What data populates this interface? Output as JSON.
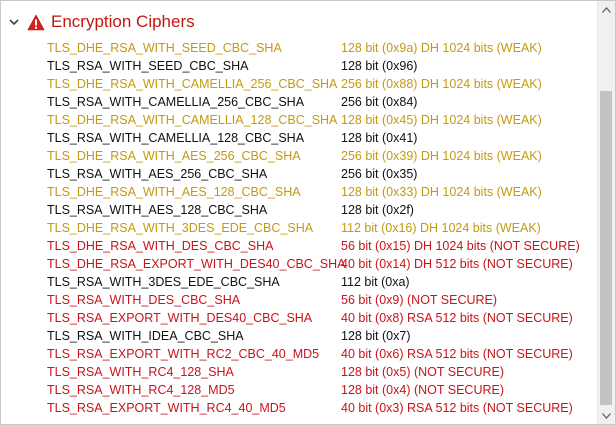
{
  "section": {
    "title": "Encryption Ciphers",
    "expanded": true,
    "icon": "warning-icon",
    "title_color": "#c0180e"
  },
  "colors": {
    "ok": "#111111",
    "weak": "#c49a10",
    "not_secure": "#c8141a"
  },
  "ciphers": [
    {
      "name": "TLS_DHE_RSA_WITH_SEED_CBC_SHA",
      "desc": "128 bit (0x9a) DH 1024 bits (WEAK)",
      "status": "weak"
    },
    {
      "name": "TLS_RSA_WITH_SEED_CBC_SHA",
      "desc": "128 bit (0x96)",
      "status": "ok"
    },
    {
      "name": "TLS_DHE_RSA_WITH_CAMELLIA_256_CBC_SHA",
      "desc": "256 bit (0x88) DH 1024 bits (WEAK)",
      "status": "weak"
    },
    {
      "name": "TLS_RSA_WITH_CAMELLIA_256_CBC_SHA",
      "desc": "256 bit (0x84)",
      "status": "ok"
    },
    {
      "name": "TLS_DHE_RSA_WITH_CAMELLIA_128_CBC_SHA",
      "desc": "128 bit (0x45) DH 1024 bits (WEAK)",
      "status": "weak"
    },
    {
      "name": "TLS_RSA_WITH_CAMELLIA_128_CBC_SHA",
      "desc": "128 bit (0x41)",
      "status": "ok"
    },
    {
      "name": "TLS_DHE_RSA_WITH_AES_256_CBC_SHA",
      "desc": "256 bit (0x39) DH 1024 bits (WEAK)",
      "status": "weak"
    },
    {
      "name": "TLS_RSA_WITH_AES_256_CBC_SHA",
      "desc": "256 bit (0x35)",
      "status": "ok"
    },
    {
      "name": "TLS_DHE_RSA_WITH_AES_128_CBC_SHA",
      "desc": "128 bit (0x33) DH 1024 bits (WEAK)",
      "status": "weak"
    },
    {
      "name": "TLS_RSA_WITH_AES_128_CBC_SHA",
      "desc": "128 bit (0x2f)",
      "status": "ok"
    },
    {
      "name": "TLS_DHE_RSA_WITH_3DES_EDE_CBC_SHA",
      "desc": "112 bit (0x16) DH 1024 bits (WEAK)",
      "status": "weak"
    },
    {
      "name": "TLS_DHE_RSA_WITH_DES_CBC_SHA",
      "desc": "56 bit (0x15) DH 1024 bits (NOT SECURE)",
      "status": "bad"
    },
    {
      "name": "TLS_DHE_RSA_EXPORT_WITH_DES40_CBC_SHA",
      "desc": "40 bit (0x14) DH 512 bits (NOT SECURE)",
      "status": "bad"
    },
    {
      "name": "TLS_RSA_WITH_3DES_EDE_CBC_SHA",
      "desc": "112 bit (0xa)",
      "status": "ok"
    },
    {
      "name": "TLS_RSA_WITH_DES_CBC_SHA",
      "desc": "56 bit (0x9) (NOT SECURE)",
      "status": "bad"
    },
    {
      "name": "TLS_RSA_EXPORT_WITH_DES40_CBC_SHA",
      "desc": "40 bit (0x8) RSA 512 bits (NOT SECURE)",
      "status": "bad"
    },
    {
      "name": "TLS_RSA_WITH_IDEA_CBC_SHA",
      "desc": "128 bit (0x7)",
      "status": "ok"
    },
    {
      "name": "TLS_RSA_EXPORT_WITH_RC2_CBC_40_MD5",
      "desc": "40 bit (0x6) RSA 512 bits (NOT SECURE)",
      "status": "bad"
    },
    {
      "name": "TLS_RSA_WITH_RC4_128_SHA",
      "desc": "128 bit (0x5) (NOT SECURE)",
      "status": "bad"
    },
    {
      "name": "TLS_RSA_WITH_RC4_128_MD5",
      "desc": "128 bit (0x4) (NOT SECURE)",
      "status": "bad"
    },
    {
      "name": "TLS_RSA_EXPORT_WITH_RC4_40_MD5",
      "desc": "40 bit (0x3) RSA 512 bits (NOT SECURE)",
      "status": "bad"
    }
  ],
  "scrollbar": {
    "up_icon": "arrow-up-icon",
    "down_icon": "arrow-down-icon",
    "scroll_position": 0.85
  }
}
